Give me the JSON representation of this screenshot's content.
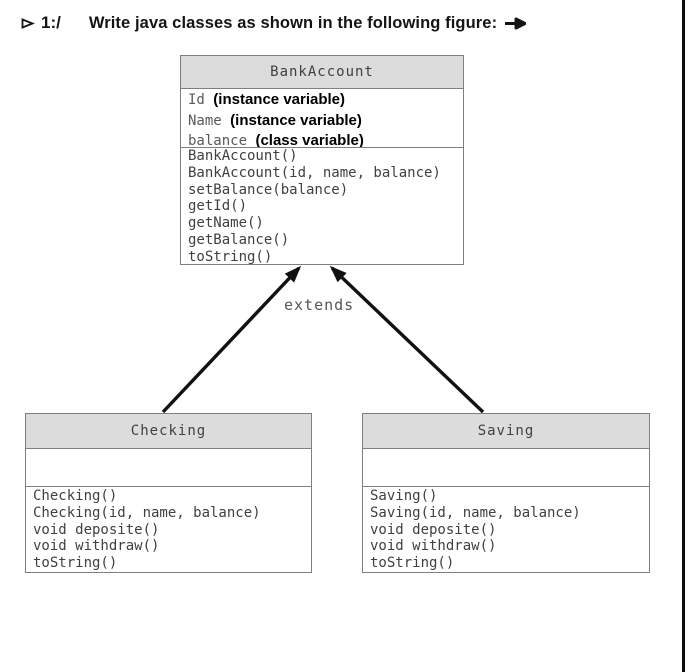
{
  "prompt": {
    "bullet_icon": "right-arrowhead",
    "number": "1:/",
    "text": "Write java classes as shown in the following figure:",
    "arrow_icon": "bold-right-arrow"
  },
  "diagram": {
    "extends_label": "extends",
    "classes": [
      {
        "name": "BankAccount",
        "fields": [
          {
            "name": "Id",
            "note": "(instance variable)"
          },
          {
            "name": "Name",
            "note": "(instance variable)"
          },
          {
            "name": "balance",
            "note": "(class variable)"
          }
        ],
        "methods": [
          "BankAccount()",
          "BankAccount(id, name, balance)",
          "setBalance(balance)",
          "getId()",
          "getName()",
          "getBalance()",
          "toString()"
        ]
      },
      {
        "name": "Checking",
        "fields": [],
        "methods": [
          "Checking()",
          "Checking(id, name, balance)",
          "void deposite()",
          "void withdraw()",
          "toString()"
        ]
      },
      {
        "name": "Saving",
        "fields": [],
        "methods": [
          "Saving()",
          "Saving(id, name, balance)",
          "void deposite()",
          "void withdraw()",
          "toString()"
        ]
      }
    ]
  },
  "colors": {
    "class_header_bg": "#dcdcdc",
    "box_border": "#7f7f7f",
    "mono_text": "#404040",
    "field_note_text": "#000000",
    "arrow": "#111111",
    "page_border": "#0a0a0a"
  }
}
